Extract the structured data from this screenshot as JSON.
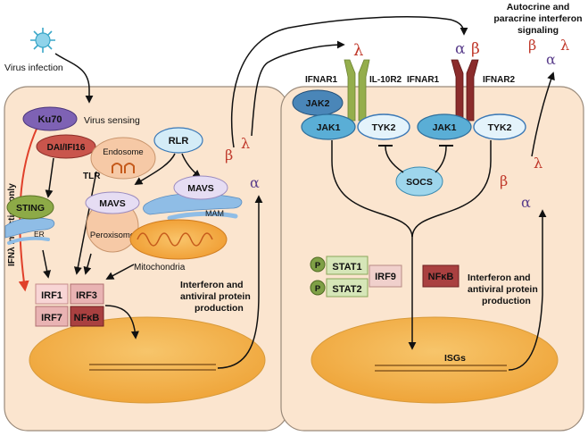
{
  "labels": {
    "virus_infection": "Virus infection",
    "virus_sensing": "Virus sensing",
    "ifn_induction_only": "IFNλ induction only",
    "ku70": "Ku70",
    "dai": "DAI/IFI16",
    "sting": "STING",
    "er": "ER",
    "endosome": "Endosome",
    "tlr": "TLR",
    "rlr": "RLR",
    "mavs_peroxisome": "MAVS",
    "peroxisome": "Peroxisome",
    "mavs_mam": "MAVS",
    "mam": "MAM",
    "mitochondria": "Mitochondria",
    "irf1": "IRF1",
    "irf3": "IRF3",
    "irf7": "IRF7",
    "nfkb_left": "NFκB",
    "interferon_left_1": "Interferon and",
    "interferon_left_2": "antiviral protein",
    "interferon_left_3": "production",
    "ifnar1_left": "IFNAR1",
    "il10r2": "IL-10R2",
    "ifnar1_right": "IFNAR1",
    "ifnar2": "IFNAR2",
    "jak2": "JAK2",
    "jak1_left": "JAK1",
    "tyk2_left": "TYK2",
    "jak1_right": "JAK1",
    "tyk2_right": "TYK2",
    "socs": "SOCS",
    "p1": "P",
    "p2": "P",
    "stat1": "STAT1",
    "stat2": "STAT2",
    "irf9": "IRF9",
    "nfkb_right": "NFκB",
    "interferon_right_1": "Interferon and",
    "interferon_right_2": "antiviral protein",
    "interferon_right_3": "production",
    "isgs": "ISGs",
    "autocrine_1": "Autocrine and",
    "autocrine_2": "paracrine interferon",
    "autocrine_3": "signaling",
    "g_beta_left": "β",
    "g_lambda_left": "λ",
    "g_alpha_left": "α",
    "g_lambda_top": "λ",
    "g_alpha_top": "α",
    "g_beta_top": "β",
    "g_beta_tr": "β",
    "g_lambda_tr": "λ",
    "g_alpha_tr": "α",
    "g_beta_right": "β",
    "g_lambda_right": "λ",
    "g_alpha_right": "α"
  },
  "colors": {
    "cell_fill": "#fbe5cf",
    "cell_stroke": "#9a8a7a",
    "nucleus_fill": "#f4b553",
    "ku70": "#7e62b4",
    "dai": "#c9554c",
    "sting": "#8daa47",
    "blue_node": "#9ed6ec",
    "blue_stroke": "#3a78b6",
    "jak2": "#4a86b8",
    "irf_light": "#f8d5d5",
    "nfkb": "#a94040",
    "stat": "#d6e6b8",
    "greek_red": "#c0392b",
    "greek_purple": "#5b3f8c",
    "ifnl_receptor": "#94ae4c",
    "ifna_receptor": "#8b2c2c"
  }
}
